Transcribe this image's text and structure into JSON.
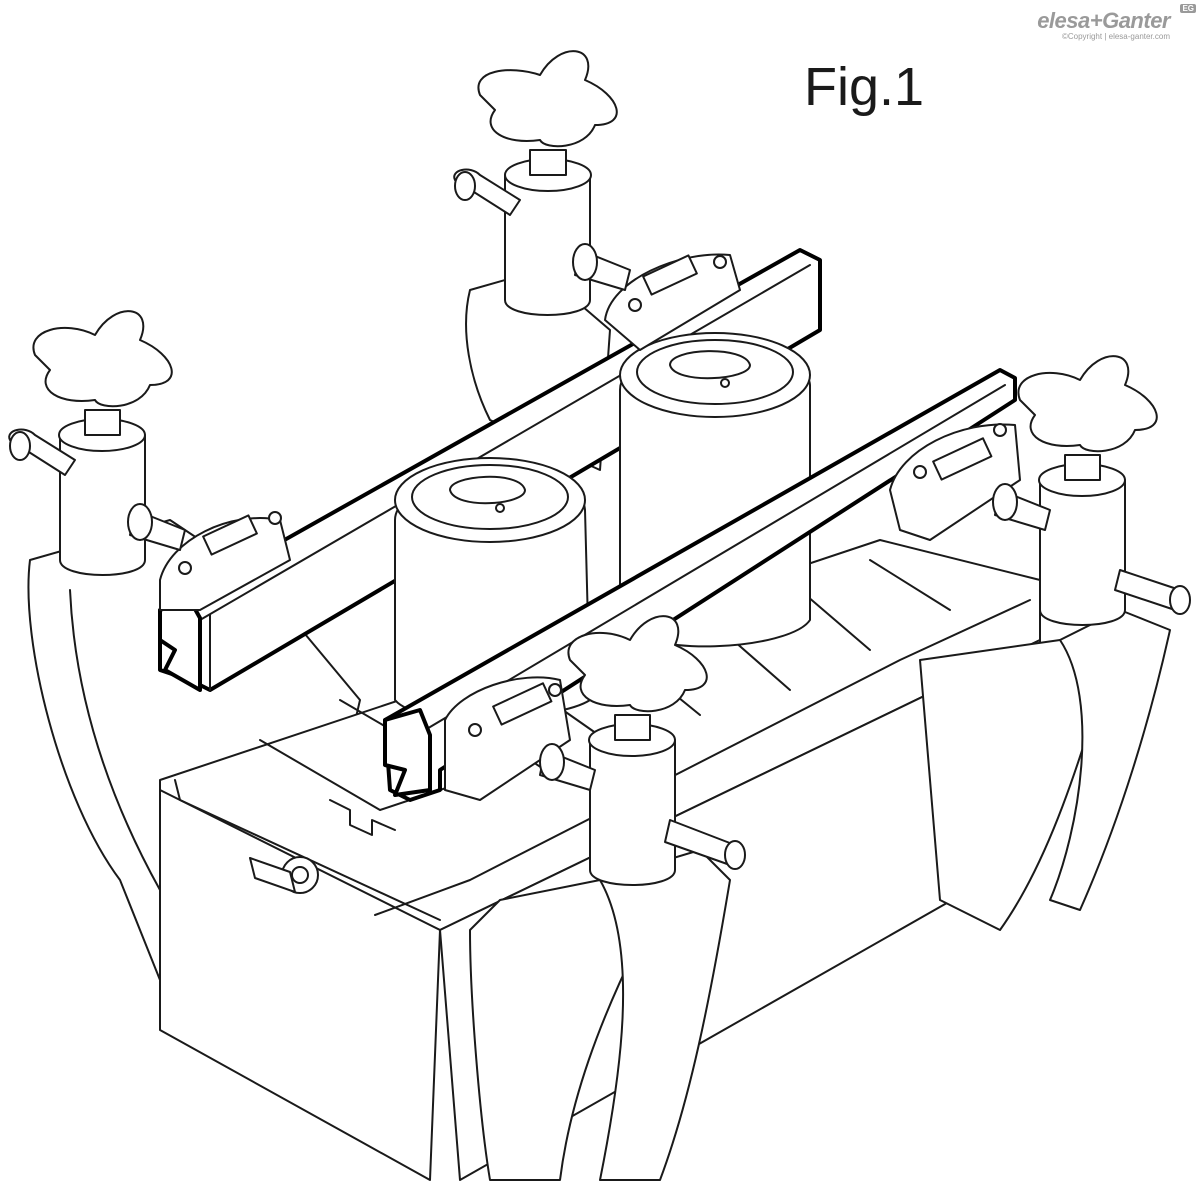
{
  "figure": {
    "label": "Fig.1"
  },
  "watermark": {
    "brand": "elesa+Ganter",
    "badge": "EG",
    "copyright": "©Copyright | elesa-ganter.com"
  },
  "colors": {
    "line": "#1a1a1a",
    "background": "#ffffff",
    "watermark": "#9a9a9a"
  }
}
